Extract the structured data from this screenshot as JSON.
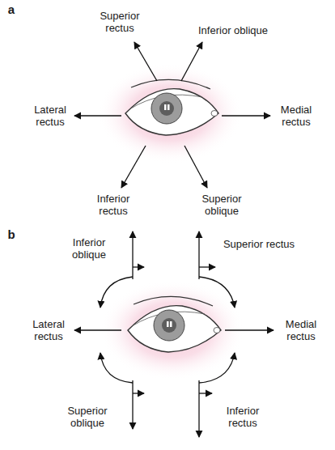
{
  "diagram": {
    "labels": [
      "a",
      "Superior rectus",
      "Inferior oblique",
      "Lateral rectus",
      "Medial rectus",
      "Inferior rectus",
      "Superior oblique",
      "b",
      "Inferior oblique",
      "Superior rectus",
      "Lateral rectus",
      "Medial rectus",
      "Superior oblique",
      "Inferior rectus"
    ]
  }
}
